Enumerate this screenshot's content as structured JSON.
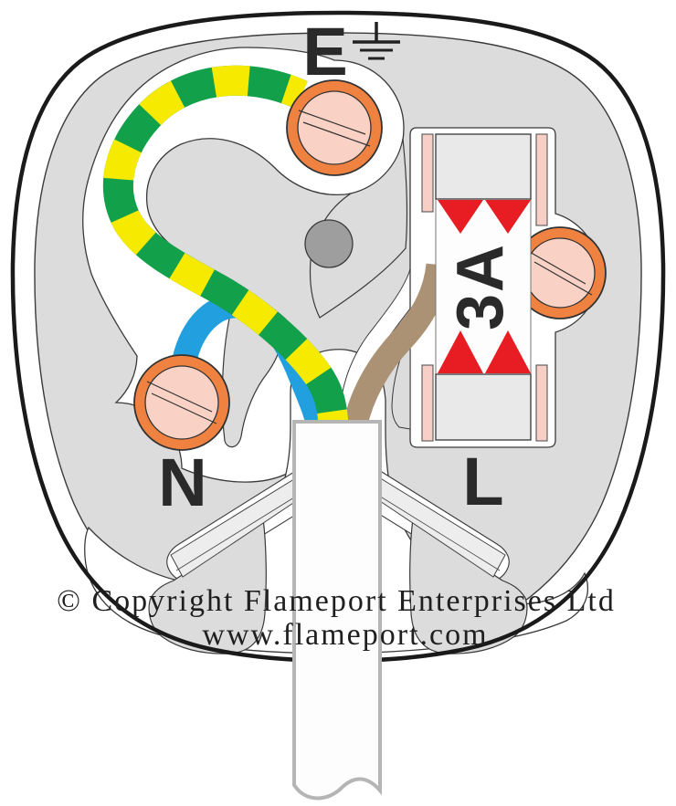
{
  "labels": {
    "earth_terminal": "E",
    "neutral_terminal": "N",
    "live_terminal": "L",
    "fuse_rating": "3A"
  },
  "footer": {
    "copyright": "© Copyright Flameport Enterprises Ltd",
    "website": "www.flameport.com"
  },
  "colors": {
    "outline": "#1a1a1a",
    "body": "#dcdcdc",
    "cavity": "#ffffff",
    "earth_green": "#12a04b",
    "earth_yellow": "#f6eb00",
    "neutral_blue": "#219fdf",
    "live_brown": "#ab9274",
    "terminal_ring": "#ef8240",
    "terminal_face": "#f9d2c5",
    "fuse_red": "#e71d23",
    "fuse_clip_pink": "#f8cfc7",
    "fuse_cap": "#e9e9e9",
    "boss_gray": "#9e9e9e",
    "pin_bar": "#ededed",
    "cable": "#fdfdfd",
    "text": "#2a2a2a"
  }
}
